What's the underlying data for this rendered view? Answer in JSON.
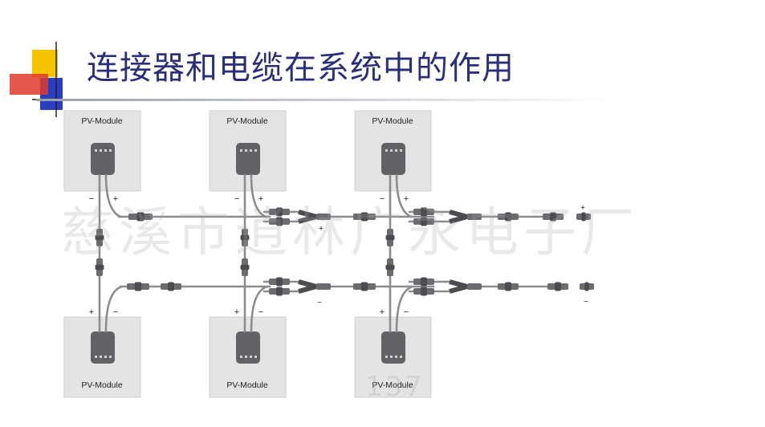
{
  "title": "连接器和电缆在系统中的作用",
  "module_label": "PV-Module",
  "plus_sign": "+",
  "minus_sign": "−",
  "watermark_text": "慈溪市逍林广永电子厂",
  "watermark_phone": "137",
  "colors": {
    "title": "#2a2f7a",
    "logo_yellow": "#f5c400",
    "logo_red": "#e03a2a",
    "logo_blue": "#2a3ec0",
    "module_fill": "#e4e4e4",
    "junction_box": "#606266",
    "cable": "#8a8c90",
    "connector": "#6a6c70"
  }
}
